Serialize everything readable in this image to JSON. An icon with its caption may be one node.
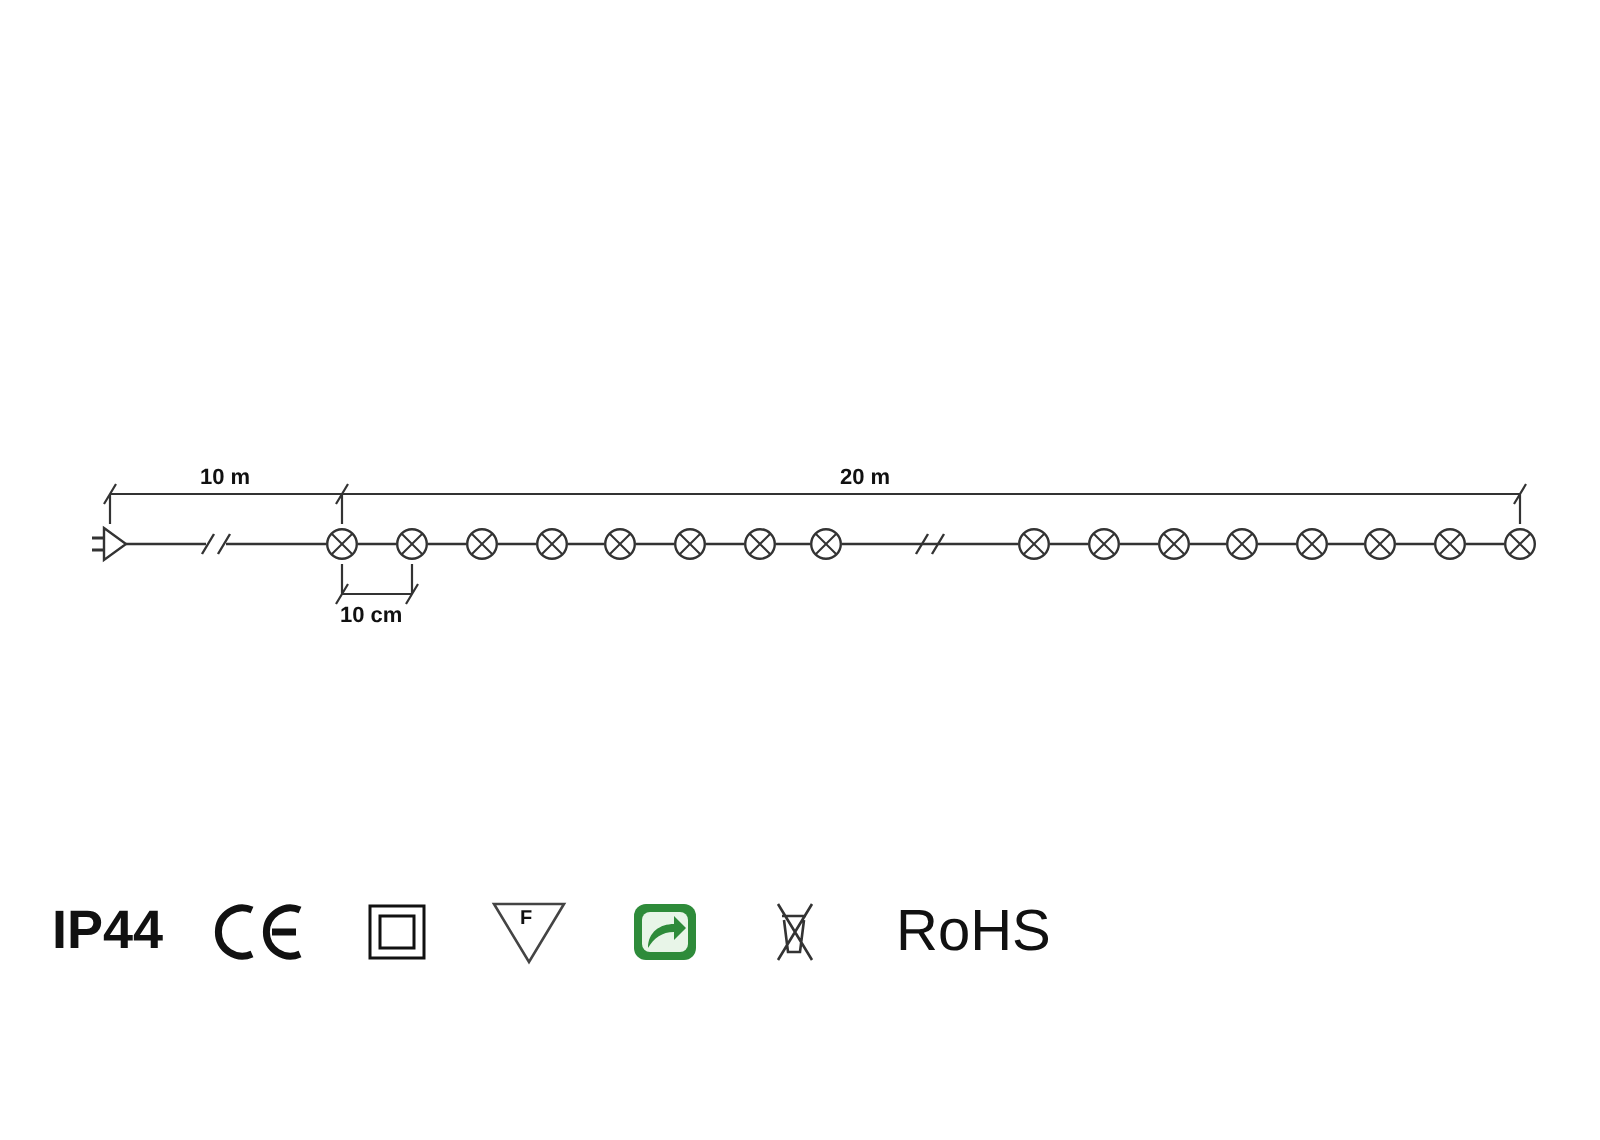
{
  "diagram": {
    "nodes": [
      {
        "text": [],
        "shape": "picture"
      },
      {
        "text": [],
        "shape": "circle"
      },
      {
        "text": [],
        "shape": "circle"
      },
      {
        "text": [],
        "shape": "circle"
      },
      {
        "text": [],
        "shape": "circle"
      },
      {
        "text": [],
        "shape": "circle"
      },
      {
        "text": [],
        "shape": "circle"
      },
      {
        "text": [],
        "shape": "circle"
      },
      {
        "text": [],
        "shape": "circle"
      },
      {
        "text": [],
        "shape": "circle"
      },
      {
        "text": [],
        "shape": "circle"
      },
      {
        "text": [],
        "shape": "circle"
      },
      {
        "text": [],
        "shape": "circle"
      },
      {
        "text": [],
        "shape": "circle"
      },
      {
        "text": [],
        "shape": "circle"
      },
      {
        "text": [],
        "shape": "circle"
      },
      {
        "text": [],
        "shape": "circle"
      }
    ],
    "edges": [
      {
        "from": 0,
        "to": 1,
        "arrow": "none"
      },
      {
        "from": 1,
        "to": 2,
        "arrow": "none"
      },
      {
        "from": 2,
        "to": 3,
        "arrow": "none"
      },
      {
        "from": 3,
        "to": 4,
        "arrow": "none"
      },
      {
        "from": 4,
        "to": 5,
        "arrow": "none"
      },
      {
        "from": 5,
        "to": 6,
        "arrow": "none"
      },
      {
        "from": 6,
        "to": 7,
        "arrow": "none"
      },
      {
        "from": 7,
        "to": 8,
        "arrow": "none"
      },
      {
        "from": 8,
        "to": 9,
        "arrow": "none"
      },
      {
        "from": 9,
        "to": 10,
        "arrow": "none"
      },
      {
        "from": 10,
        "to": 11,
        "arrow": "none"
      },
      {
        "from": 11,
        "to": 12,
        "arrow": "none"
      },
      {
        "from": 12,
        "to": 13,
        "arrow": "none"
      },
      {
        "from": 13,
        "to": 14,
        "arrow": "none"
      },
      {
        "from": 14,
        "to": 15,
        "arrow": "none"
      },
      {
        "from": 15,
        "to": 16,
        "arrow": "none"
      }
    ],
    "labels": [
      "10 m",
      "20 m",
      "10 cm",
      "IP44",
      "F",
      "RoHS"
    ]
  }
}
